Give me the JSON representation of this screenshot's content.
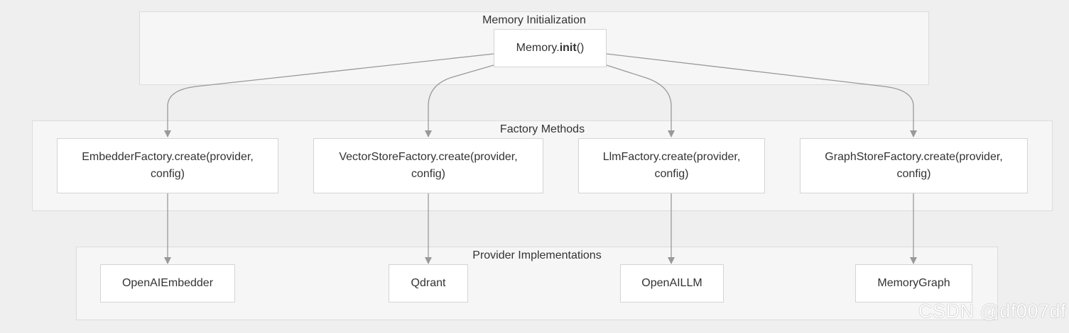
{
  "groups": {
    "init": {
      "label": "Memory Initialization"
    },
    "factory": {
      "label": "Factory Methods"
    },
    "provider": {
      "label": "Provider Implementations"
    }
  },
  "nodes": {
    "memory_init": {
      "prefix": "Memory.",
      "bold": "init",
      "suffix": "()"
    },
    "embedder_factory": {
      "line1": "EmbedderFactory.create(provider,",
      "line2": "config)"
    },
    "vectorstore_factory": {
      "line1": "VectorStoreFactory.create(provider,",
      "line2": "config)"
    },
    "llm_factory": {
      "line1": "LlmFactory.create(provider,",
      "line2": "config)"
    },
    "graphstore_factory": {
      "line1": "GraphStoreFactory.create(provider,",
      "line2": "config)"
    },
    "openai_embedder": {
      "label": "OpenAIEmbedder"
    },
    "qdrant": {
      "label": "Qdrant"
    },
    "openai_llm": {
      "label": "OpenAILLM"
    },
    "memory_graph": {
      "label": "MemoryGraph"
    }
  },
  "edges": [
    {
      "from": "Memory.init()",
      "to": "EmbedderFactory.create(provider, config)"
    },
    {
      "from": "Memory.init()",
      "to": "VectorStoreFactory.create(provider, config)"
    },
    {
      "from": "Memory.init()",
      "to": "LlmFactory.create(provider, config)"
    },
    {
      "from": "Memory.init()",
      "to": "GraphStoreFactory.create(provider, config)"
    },
    {
      "from": "EmbedderFactory.create(provider, config)",
      "to": "OpenAIEmbedder"
    },
    {
      "from": "VectorStoreFactory.create(provider, config)",
      "to": "Qdrant"
    },
    {
      "from": "LlmFactory.create(provider, config)",
      "to": "OpenAILLM"
    },
    {
      "from": "GraphStoreFactory.create(provider, config)",
      "to": "MemoryGraph"
    }
  ],
  "watermark": "CSDN @df007df",
  "colors": {
    "background": "#efefef",
    "group_fill": "#f6f6f6",
    "node_fill": "#ffffff",
    "edge": "#999999"
  }
}
